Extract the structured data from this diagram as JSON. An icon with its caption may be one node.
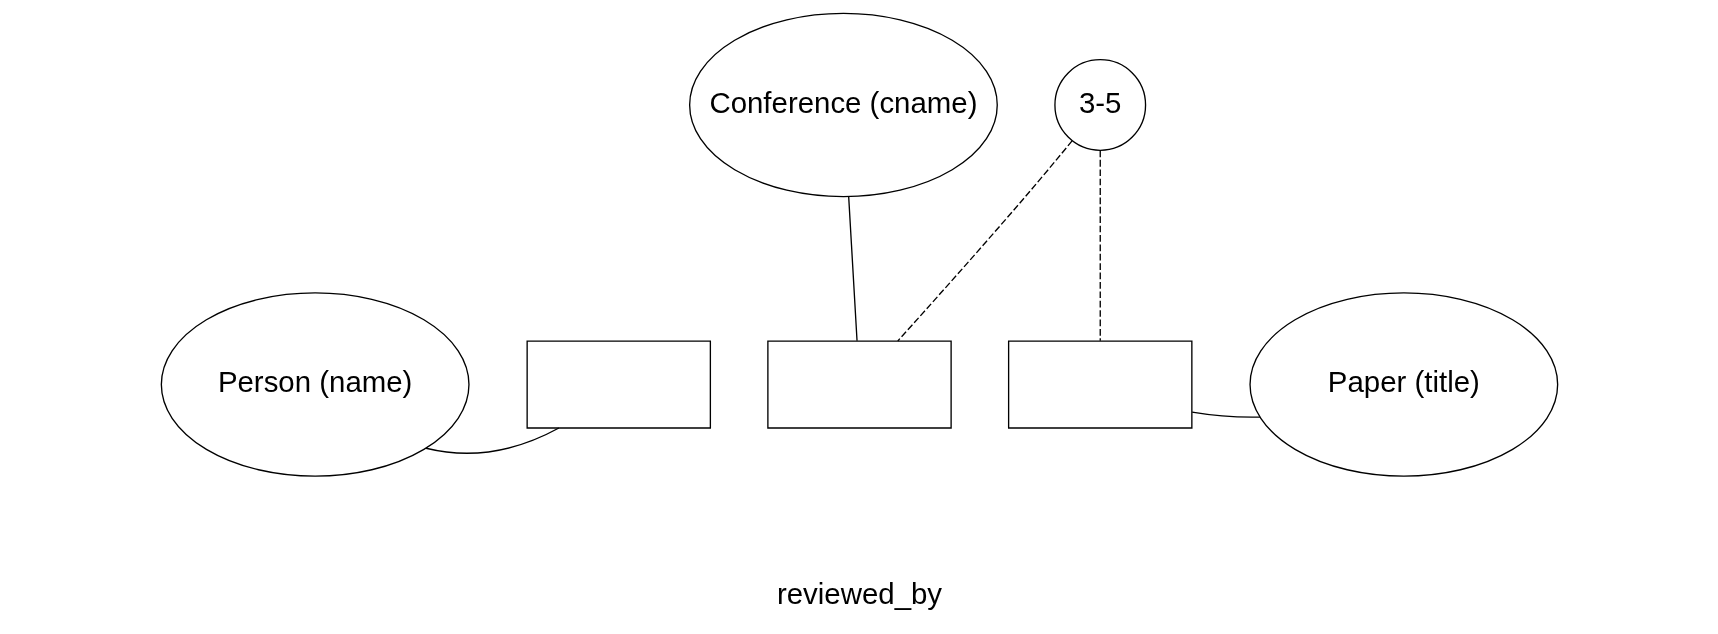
{
  "diagram": {
    "nodes": [
      {
        "text": [
          "Conference (cname)"
        ]
      },
      {
        "text": [
          "3-5"
        ]
      },
      {
        "text": [
          "Person (name)"
        ]
      },
      {
        "text": [],
        "shape": "box"
      },
      {
        "text": [],
        "shape": "box"
      },
      {
        "text": [],
        "shape": "box"
      },
      {
        "text": [
          "Paper (title)"
        ]
      }
    ],
    "edges": [
      {
        "from": 2,
        "to": 3,
        "arrow": "none"
      },
      {
        "from": 0,
        "to": 4,
        "arrow": "none"
      },
      {
        "from": 5,
        "to": 6,
        "arrow": "none"
      },
      {
        "from": 1,
        "to": 4,
        "arrow": "none",
        "style": "dashed"
      },
      {
        "from": 1,
        "to": 5,
        "arrow": "none",
        "style": "dashed"
      }
    ],
    "labels": [
      "reviewed_by"
    ]
  }
}
